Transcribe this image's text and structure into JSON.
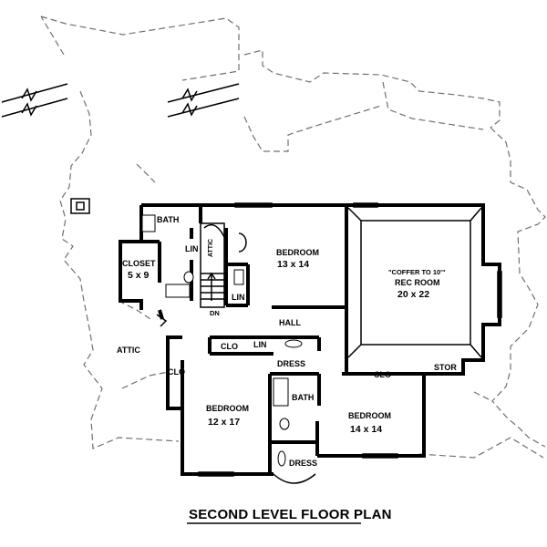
{
  "title": "SECOND LEVEL FLOOR PLAN",
  "rooms": {
    "bath_top": "BATH",
    "closet_name": "CLOSET",
    "closet_size": "5 x 9",
    "lin_1": "LIN",
    "attic_stair": "ATTIC",
    "lin_2": "LIN",
    "dn": "DN",
    "bedroom_nw_name": "BEDROOM",
    "bedroom_nw_size": "13 x 14",
    "rec_note": "\"COFFER TO 10'\"",
    "rec_name": "REC ROOM",
    "rec_size": "20 x 22",
    "hall": "HALL",
    "clo_1": "CLO",
    "lin_3": "LIN",
    "attic_left": "ATTIC",
    "clo_2": "CLO",
    "dress_1": "DRESS",
    "clo_3": "CLO",
    "stor": "STOR",
    "bedroom_sw_name": "BEDROOM",
    "bedroom_sw_size": "12 x 17",
    "bath_mid": "BATH",
    "bedroom_se_name": "BEDROOM",
    "bedroom_se_size": "14 x 14",
    "dress_2": "DRESS"
  }
}
